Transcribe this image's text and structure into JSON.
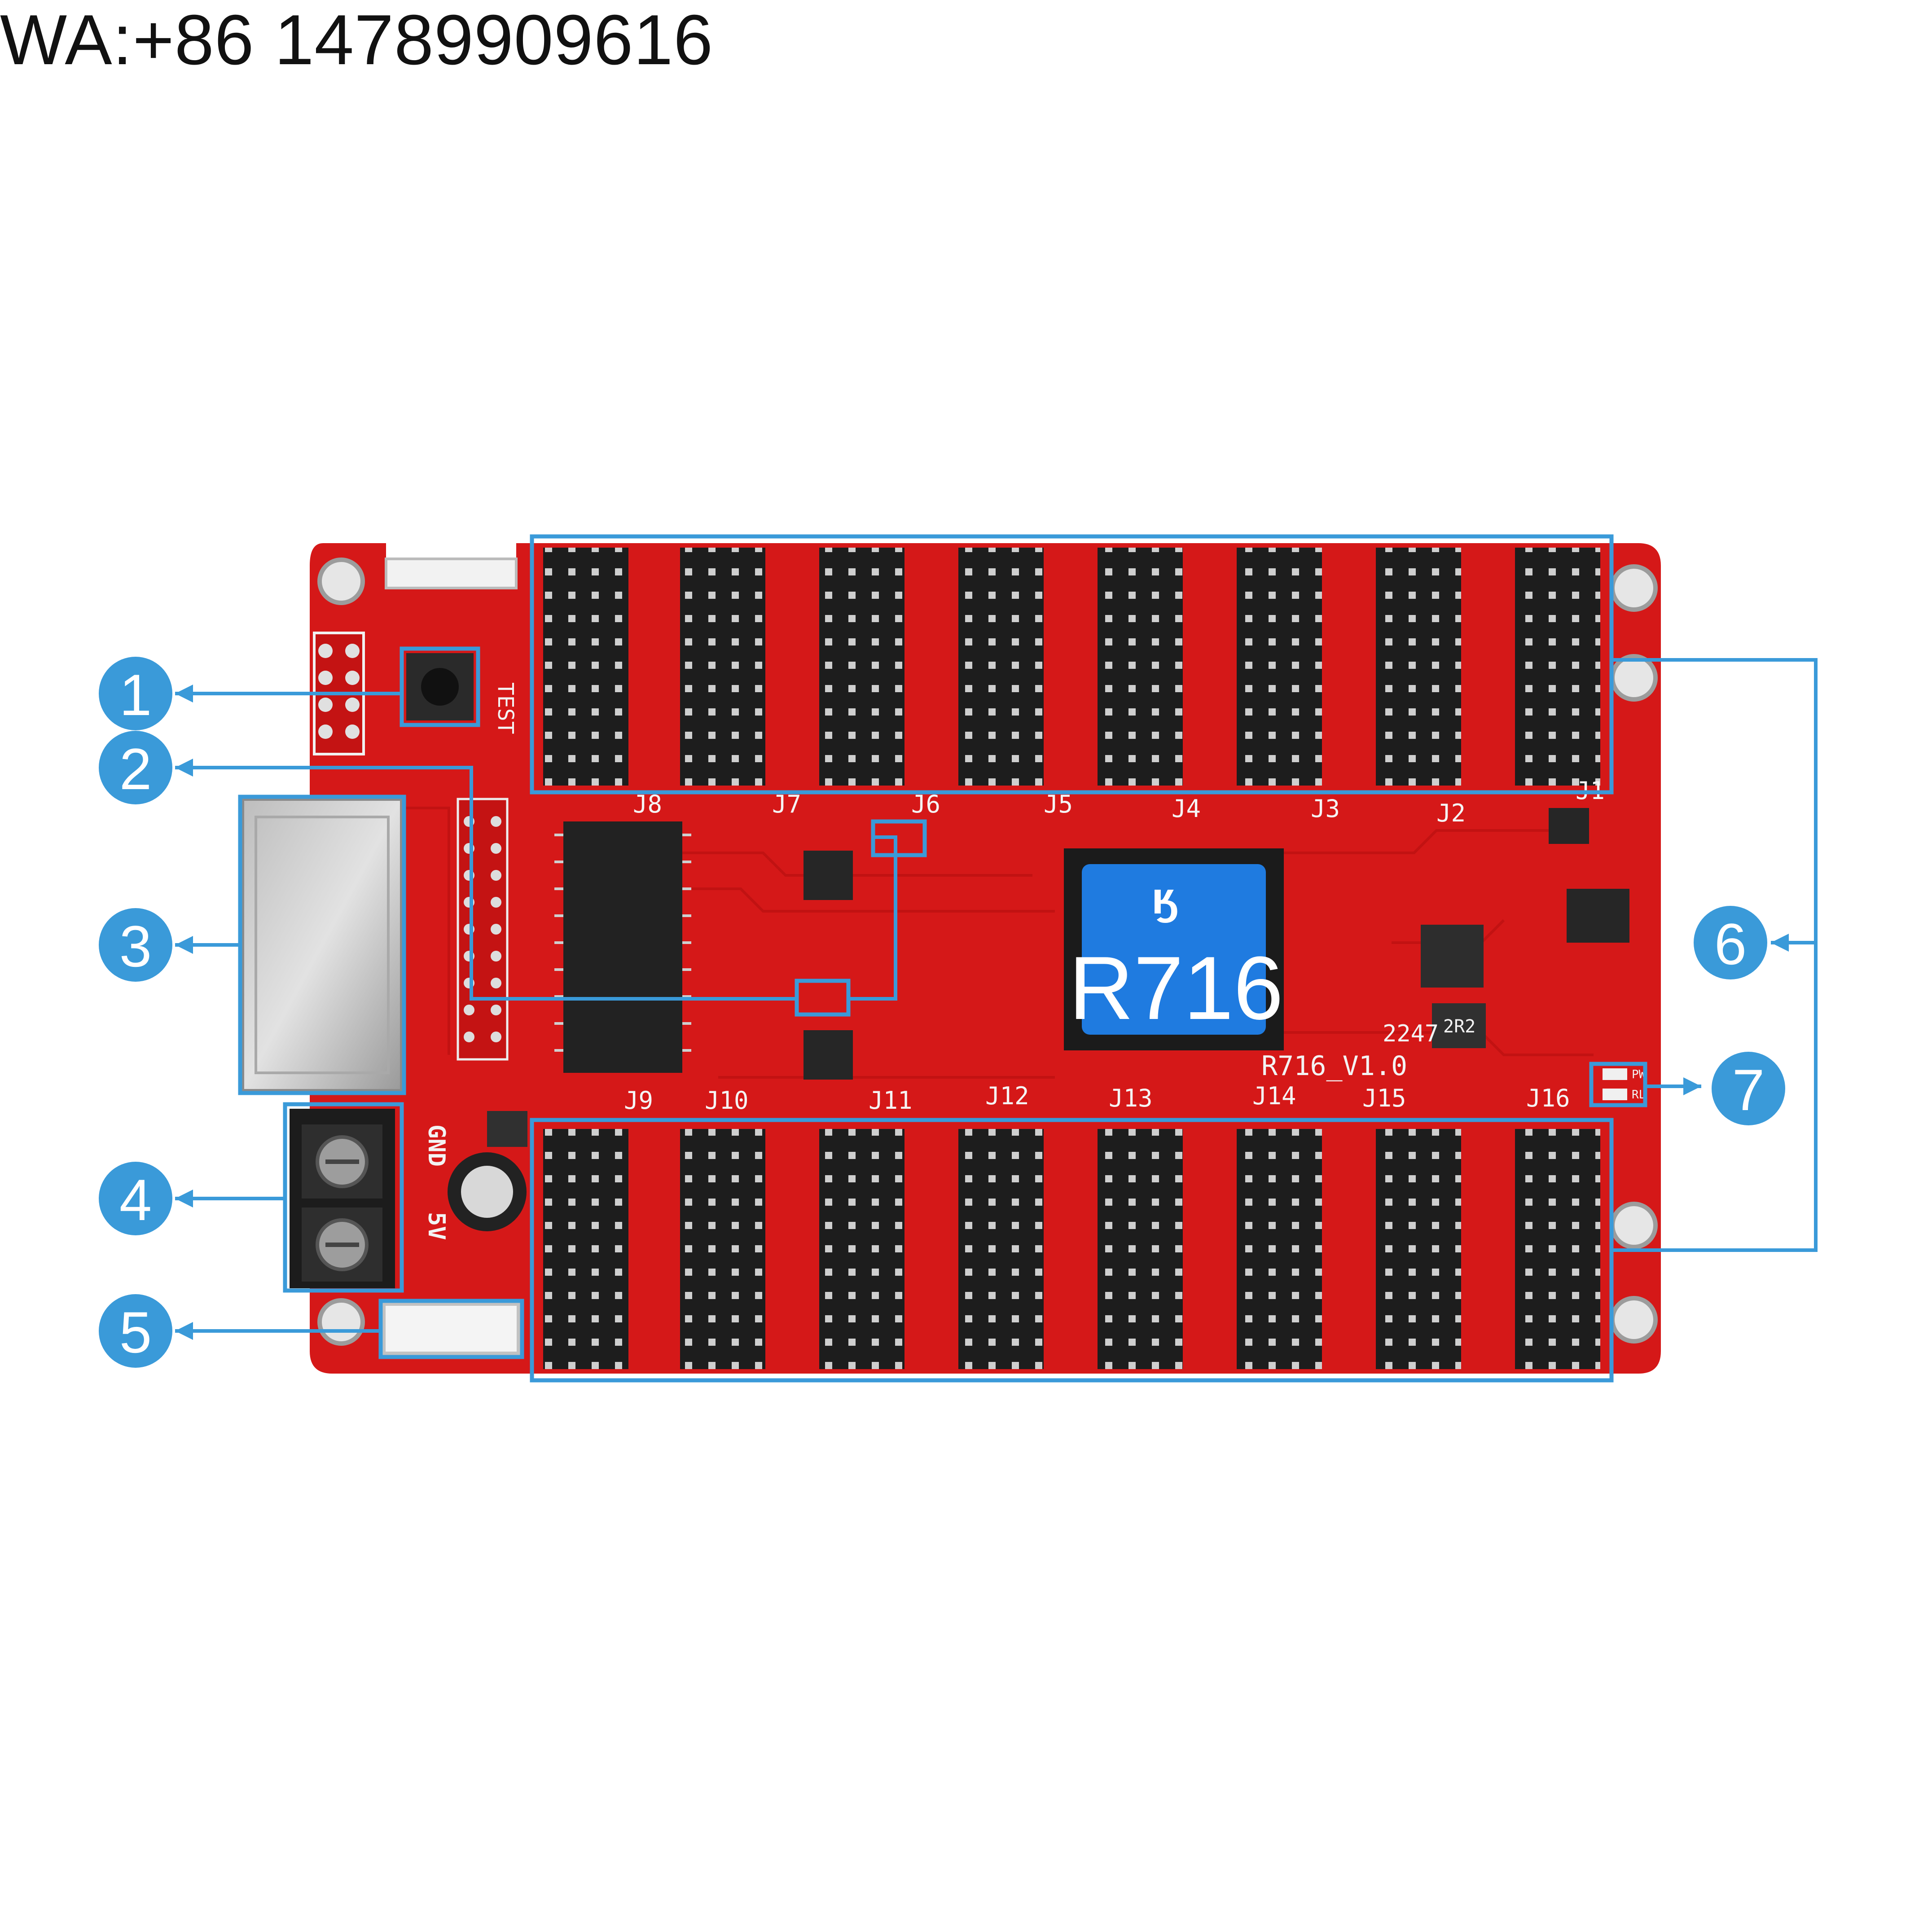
{
  "contact": {
    "text": "WA:+86 14789909616"
  },
  "colors": {
    "pcb": "#d51818",
    "pcb_dark": "#b50f0f",
    "callout": "#3a9ad9",
    "chip": "#1f7be0",
    "connector": "#1d1d1d"
  },
  "board": {
    "chip": {
      "model": "R716",
      "logo": "logo-glyph"
    },
    "version": "R716_V1.0",
    "date_code": "2247",
    "test_label": "TEST",
    "gnd_label": "GND",
    "v5_label": "5V",
    "inductor_label": "2R2",
    "top_connectors": [
      "J8",
      "J7",
      "J6",
      "J5",
      "J4",
      "J3",
      "J2",
      "J1"
    ],
    "bottom_connectors": [
      "J9",
      "J10",
      "J11",
      "J12",
      "J13",
      "J14",
      "J15",
      "J16"
    ],
    "led_labels": [
      "PW",
      "RL"
    ]
  },
  "callouts": [
    "1",
    "2",
    "3",
    "4",
    "5",
    "6",
    "7"
  ]
}
